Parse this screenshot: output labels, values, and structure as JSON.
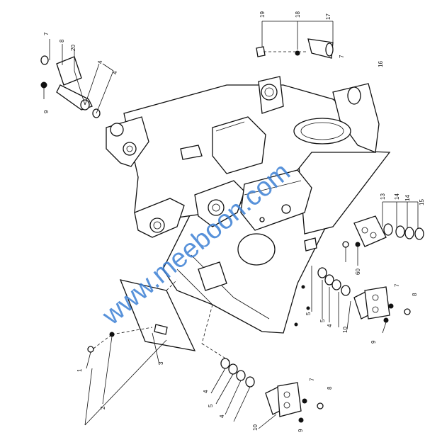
{
  "watermark": {
    "text": "www.meeboon.com",
    "color": "#3b7fd4"
  },
  "callouts": {
    "c7_top_left": "7",
    "c8_top_left": "8",
    "c20": "20",
    "c4_top_a": "4",
    "c4_top_b": "4",
    "c9_left": "9",
    "c19": "19",
    "c18": "18",
    "c17": "17",
    "c7_top_right": "7",
    "c16": "16",
    "c13": "13",
    "c14_a": "14",
    "c14_b": "14",
    "c15": "15",
    "c60": "60",
    "c5_mid_a": "5",
    "c5_mid_b": "5",
    "c4_mid": "4",
    "c10_mid": "10",
    "c7_mid": "7",
    "c8_mid": "8",
    "c9_mid": "9",
    "c1": "1",
    "c2": "2",
    "c3": "3",
    "c4_bot": "4",
    "c5_bot_a": "5",
    "c4_bot_b": "4",
    "c10_bot": "10",
    "c7_bot": "7",
    "c8_bot": "8",
    "c9_bot": "9"
  }
}
